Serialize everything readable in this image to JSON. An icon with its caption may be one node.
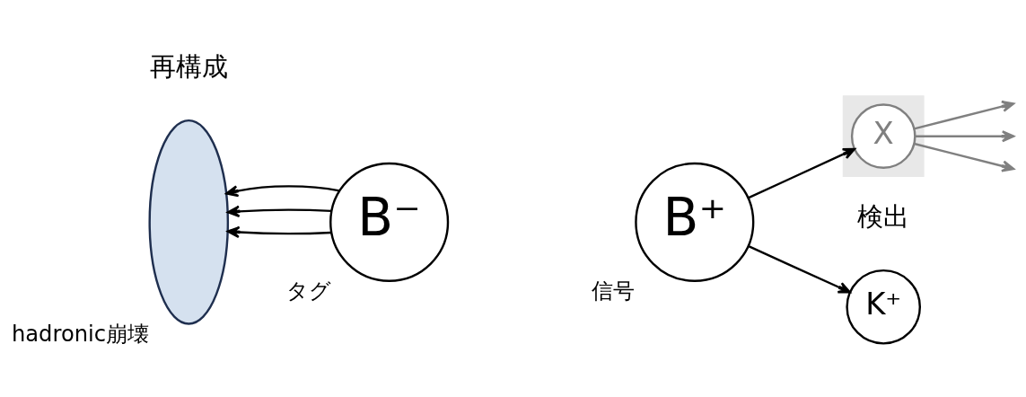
{
  "diagram": {
    "nodes": [
      {
        "text": [],
        "shape": "ellipse",
        "beside": [
          "hadronic崩壊"
        ]
      },
      {
        "text": [
          "B⁻"
        ],
        "beside": [
          "タグ"
        ]
      },
      {
        "text": [
          "B⁺"
        ],
        "beside": [
          "信号"
        ]
      },
      {
        "text": [
          "K⁺"
        ]
      },
      {
        "text": [],
        "shape": "box"
      },
      {
        "text": [
          "X"
        ],
        "in": 4
      }
    ],
    "edges": [
      {
        "from": 1,
        "to": 0,
        "arrow": "to"
      },
      {
        "from": 1,
        "to": 0,
        "arrow": "to"
      },
      {
        "from": 1,
        "to": 0,
        "arrow": "to"
      },
      {
        "from": 2,
        "to": 3,
        "arrow": "to"
      },
      {
        "from": 2,
        "to": 5,
        "arrow": "to"
      },
      {
        "from": 5,
        "to": null,
        "arrow": "to",
        "color": "#808080"
      },
      {
        "from": 5,
        "to": null,
        "arrow": "to",
        "color": "#808080"
      },
      {
        "from": 5,
        "to": null,
        "arrow": "to",
        "color": "#808080"
      }
    ],
    "labels": [
      "再構成",
      "検出"
    ]
  }
}
